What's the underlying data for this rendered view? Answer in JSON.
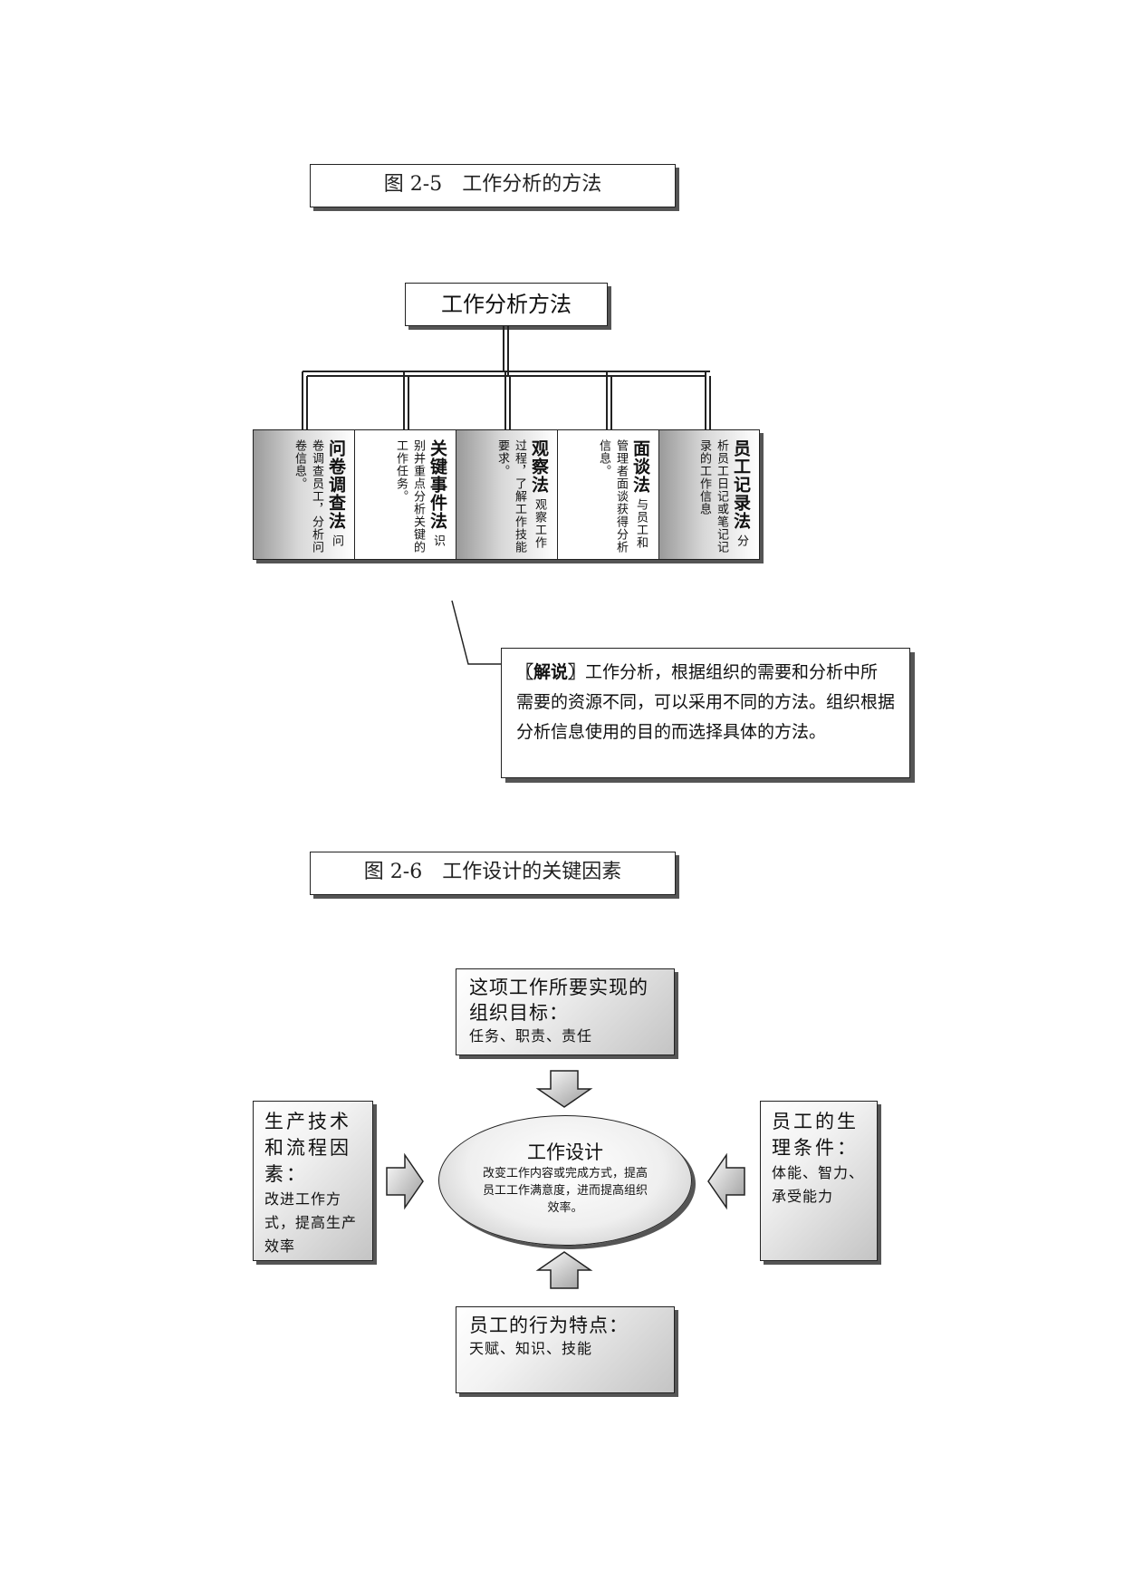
{
  "fig1": {
    "caption": "图 2-5　工作分析的方法",
    "root": "工作分析方法",
    "methods": [
      {
        "title": "问卷调查法",
        "desc": "问卷调查员工，分析问卷信息。"
      },
      {
        "title": "关键事件法",
        "desc": "识别并重点分析关键的工作任务。"
      },
      {
        "title": "观察法",
        "desc": "观察工作过程，了解工作技能要求。"
      },
      {
        "title": "面谈法",
        "desc": "与员工和管理者面谈获得分析信息。"
      },
      {
        "title": "员工记录法",
        "desc": "分析员工日记或笔记记录的工作信息"
      }
    ],
    "note_label": "〖解说〗",
    "note_text": "工作分析，根据组织的需要和分析中所需要的资源不同，可以采用不同的方法。组织根据分析信息使用的目的而选择具体的方法。"
  },
  "fig2": {
    "caption": "图 2-6　工作设计的关键因素",
    "center": {
      "title": "工作设计",
      "desc": "改变工作内容或完成方式，提高员工工作满意度，进而提高组织效率。"
    },
    "top": {
      "title": "这项工作所要实现的组织目标：",
      "desc": "任务、职责、责任"
    },
    "left": {
      "title": "生产技术和流程因素：",
      "desc": "改进工作方式，提高生产效率"
    },
    "right": {
      "title": "员工的生理条件：",
      "desc": "体能、智力、承受能力"
    },
    "bottom": {
      "title": "员工的行为特点：",
      "desc": "天赋、知识、技能"
    }
  }
}
